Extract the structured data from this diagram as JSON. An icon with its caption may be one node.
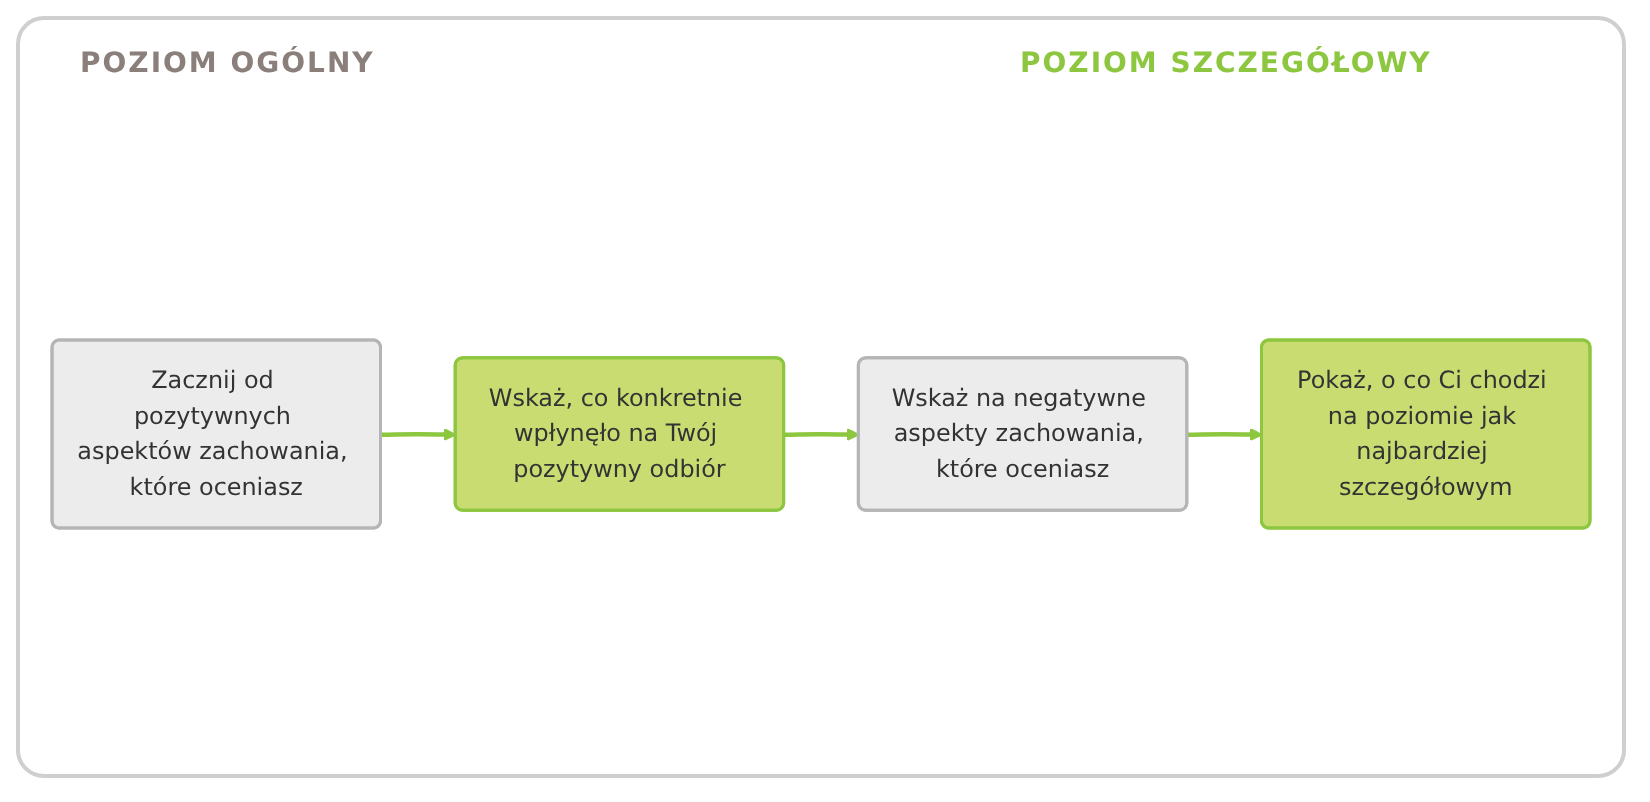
{
  "diagram": {
    "nodes": [
      {
        "text": [
          "Zacznij od pozytywnych aspektów zachowania, które oceniasz"
        ]
      },
      {
        "text": [
          "Wskaż, co konkretnie wpłynęło na Twój pozytywny odbiór"
        ]
      },
      {
        "text": [
          "Wskaż na negatywne aspekty zachowania, które oceniasz"
        ]
      },
      {
        "text": [
          "Pokaż, o co Ci chodzi na poziomie jak najbardziej szczegółowym"
        ]
      }
    ],
    "edges": [
      {
        "from": 0,
        "to": 1,
        "arrow": "to"
      },
      {
        "from": 1,
        "to": 2,
        "arrow": "to"
      },
      {
        "from": 2,
        "to": 3,
        "arrow": "to"
      }
    ],
    "labels": [
      "POZIOM OGÓLNY",
      "POZIOM SZCZEGÓŁOWY"
    ]
  }
}
